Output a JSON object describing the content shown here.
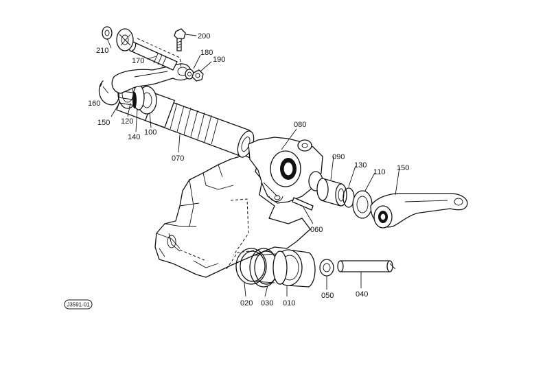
{
  "parts": [
    {
      "id": "p210",
      "number": "210"
    },
    {
      "id": "p200",
      "number": "200"
    },
    {
      "id": "p170",
      "number": "170"
    },
    {
      "id": "p180",
      "number": "180"
    },
    {
      "id": "p190",
      "number": "190"
    },
    {
      "id": "p160",
      "number": "160"
    },
    {
      "id": "p150a",
      "number": "150"
    },
    {
      "id": "p120",
      "number": "120"
    },
    {
      "id": "p140",
      "number": "140"
    },
    {
      "id": "p100",
      "number": "100"
    },
    {
      "id": "p070",
      "number": "070"
    },
    {
      "id": "p080",
      "number": "080"
    },
    {
      "id": "p090",
      "number": "090"
    },
    {
      "id": "p130",
      "number": "130"
    },
    {
      "id": "p110",
      "number": "110"
    },
    {
      "id": "p150b",
      "number": "150"
    },
    {
      "id": "p060",
      "number": "060"
    },
    {
      "id": "p020",
      "number": "020"
    },
    {
      "id": "p030",
      "number": "030"
    },
    {
      "id": "p010",
      "number": "010"
    },
    {
      "id": "p050",
      "number": "050"
    },
    {
      "id": "p040",
      "number": "040"
    }
  ],
  "reference_code": "J3591-01"
}
